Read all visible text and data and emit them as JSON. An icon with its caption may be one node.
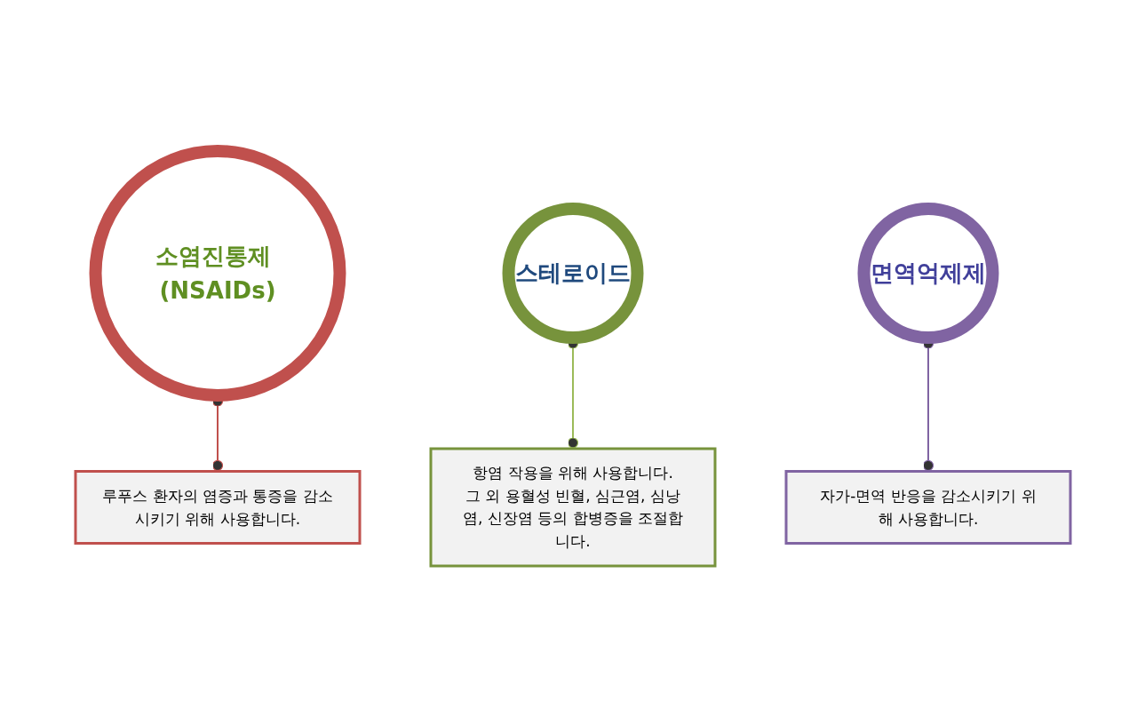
{
  "diagram": {
    "nodes": [
      {
        "text": [
          "소염진통제 (NSAIDs)"
        ]
      },
      {
        "text": [
          "스테로이드"
        ]
      },
      {
        "text": [
          "면역억제제"
        ]
      },
      {
        "text": [
          "루푸스 환자의 염증과 통증을 감소시키기 위해 사용합니다."
        ]
      },
      {
        "text": [
          "항염 작용을 위해 사용합니다.",
          "그 외 용혈성 빈혈, 심근염, 심낭염, 신장염 등의 합병증을 조절합니다."
        ]
      },
      {
        "text": [
          "자가-면역 반응을 감소시키기 위해 사용합니다."
        ]
      }
    ],
    "edges": [
      {
        "from": 0,
        "to": 3,
        "arrow": "other",
        "color": "#c0504d"
      },
      {
        "from": 1,
        "to": 4,
        "arrow": "other",
        "color": "#9bbb59"
      },
      {
        "from": 2,
        "to": 5,
        "arrow": "other",
        "color": "#8064a2"
      }
    ]
  }
}
